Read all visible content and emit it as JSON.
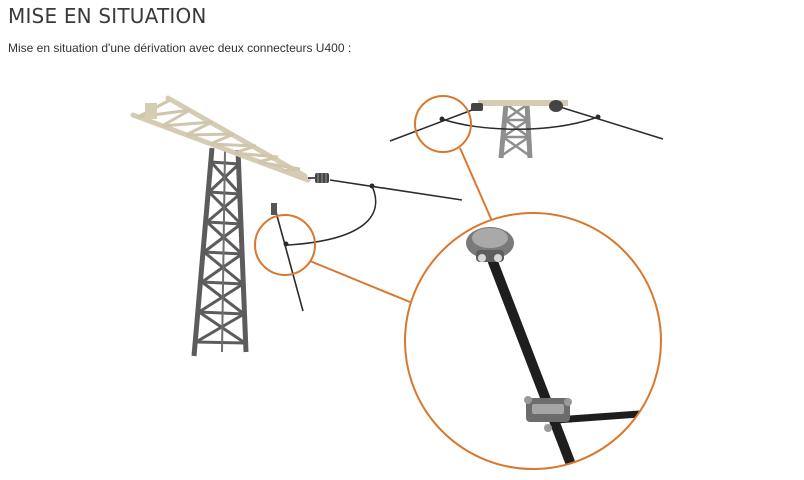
{
  "section": {
    "title": "MISE EN SITUATION",
    "intro": "Mise en situation d'une dérivation avec deux connecteurs U400 :"
  },
  "illustration": {
    "subject": "Dérivation sur pylône avec deux connecteurs U400",
    "colors": {
      "highlight_ring": "#d9782d",
      "pylon": "#5c5c5c",
      "crossarm": "#d5ccb4",
      "cable": "#2b2b2b"
    }
  }
}
